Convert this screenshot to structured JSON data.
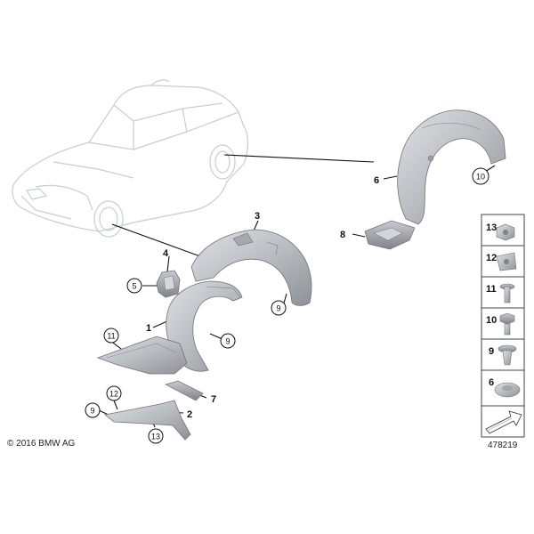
{
  "diagram": {
    "copyright": "© 2016 BMW AG",
    "diagram_number": "478219",
    "callouts": {
      "c1": "1",
      "c2": "2",
      "c3": "3",
      "c4": "4",
      "c5": "5",
      "c6": "6",
      "c7": "7",
      "c8": "8",
      "c9a": "9",
      "c9b": "9",
      "c9c": "9",
      "c10": "10",
      "c11": "11",
      "c12": "12",
      "c13": "13"
    },
    "legend": [
      {
        "label": "13",
        "icon": "hex-nut-icon"
      },
      {
        "label": "12",
        "icon": "clip-nut-icon"
      },
      {
        "label": "11",
        "icon": "screw-icon"
      },
      {
        "label": "10",
        "icon": "collar-screw-icon"
      },
      {
        "label": "9",
        "icon": "expanding-rivet-icon"
      },
      {
        "label": "6",
        "icon": "rivet-cap-icon"
      },
      {
        "label": "",
        "icon": "arrow-icon"
      }
    ]
  }
}
